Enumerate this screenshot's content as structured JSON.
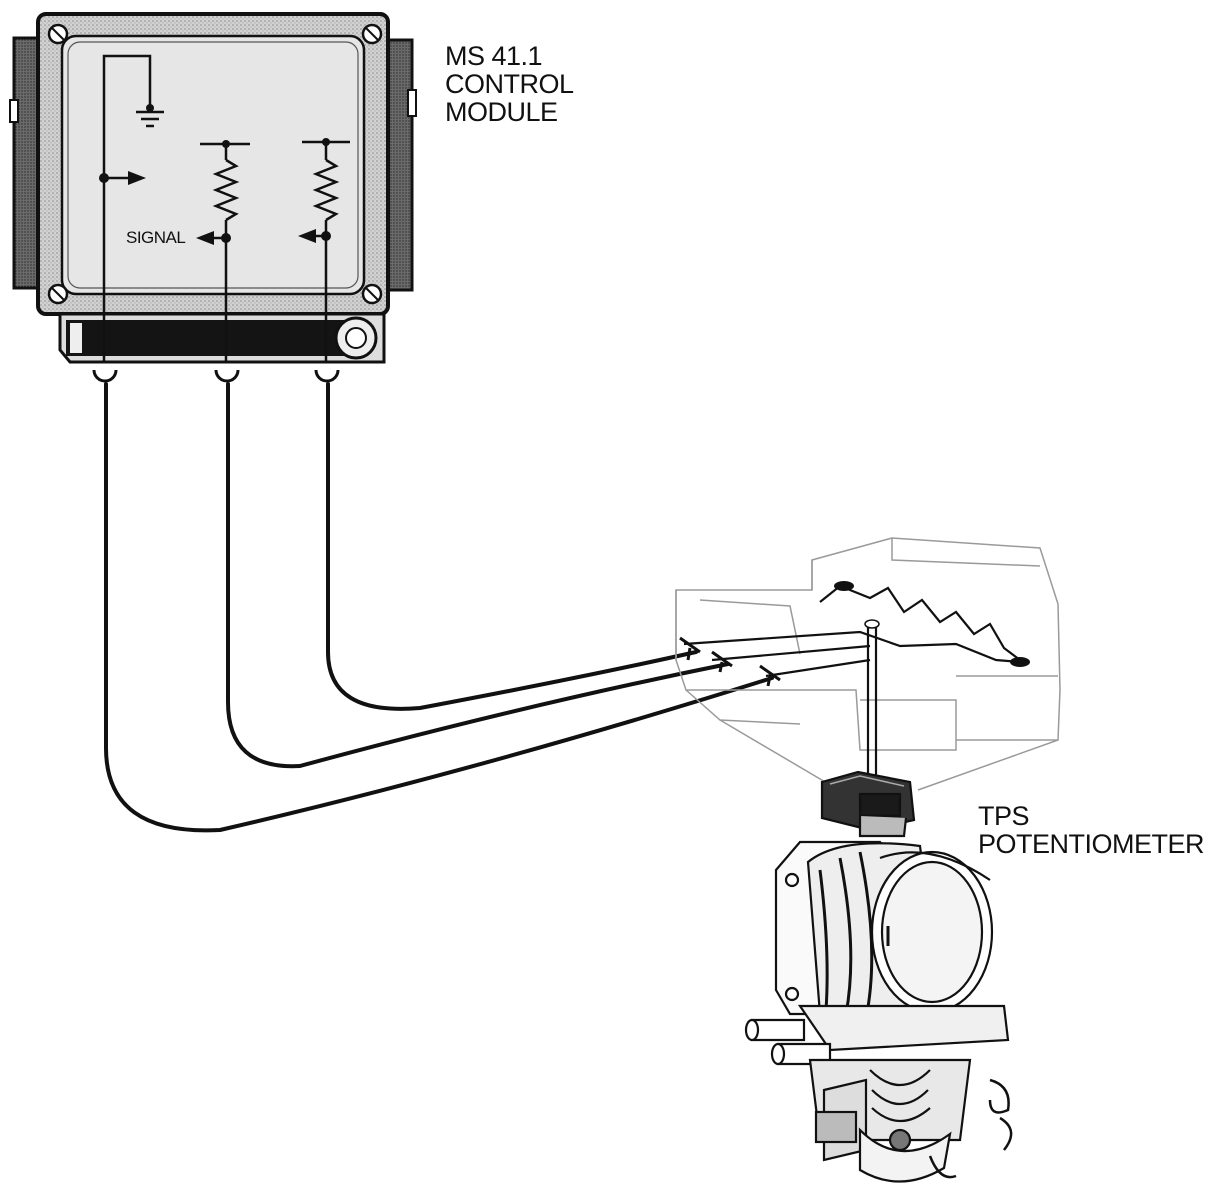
{
  "module": {
    "name_line1": "MS 41.1",
    "name_line2": "CONTROL",
    "name_line3": "MODULE",
    "signal_label": "SIGNAL"
  },
  "sensor": {
    "label_line1": "TPS",
    "label_line2": "POTENTIOMETER"
  },
  "colors": {
    "ink": "#111111",
    "module_fill": "#c9c9c9",
    "module_face": "#e4e4e4",
    "connector": "#1a1a1a",
    "ghost_outline": "#9a9a9a"
  }
}
